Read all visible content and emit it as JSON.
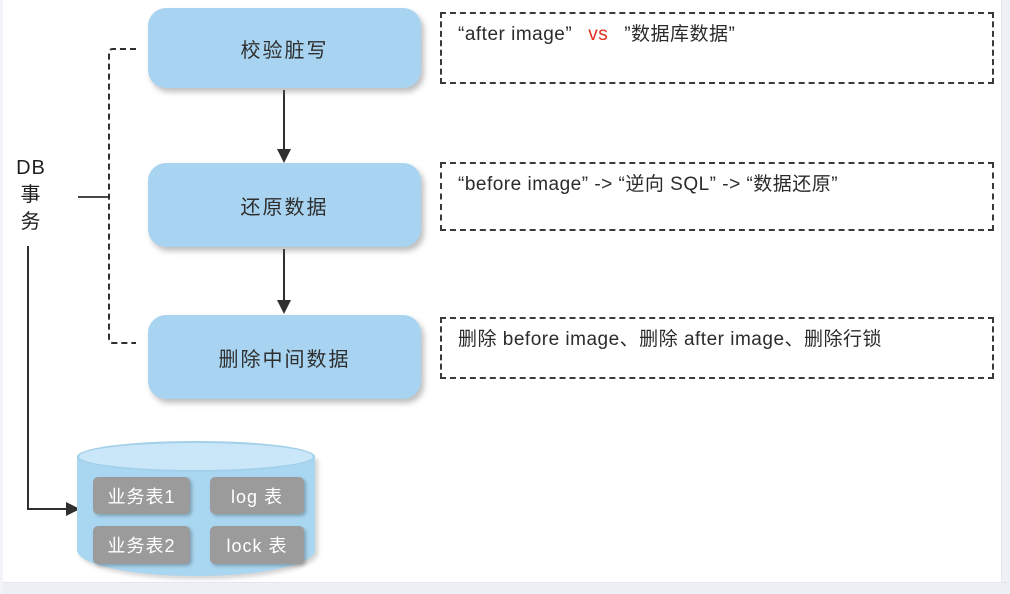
{
  "diagram": {
    "left_label": {
      "lines": [
        "DB",
        "事",
        "务"
      ]
    },
    "steps": [
      {
        "label": "校验脏写"
      },
      {
        "label": "还原数据"
      },
      {
        "label": "删除中间数据"
      }
    ],
    "annotations": [
      {
        "prefix": "“after image”",
        "highlight": "vs",
        "suffix": "”数据库数据”",
        "highlight_color": "#e0301e"
      },
      {
        "text": "“before image” -> “逆向 SQL” -> “数据还原”"
      },
      {
        "text": "删除 before image、删除 after image、删除行锁"
      }
    ],
    "database": {
      "tables": [
        "业务表1",
        "log 表",
        "业务表2",
        "lock 表"
      ]
    },
    "colors": {
      "step_fill": "#a8d4f1",
      "cylinder_fill": "#a9d6f0",
      "cylinder_top_fill": "#c9e7f8",
      "table_chip_fill": "#9b9b9b",
      "line_color": "#2f2f2f",
      "dashed_border_color": "#3a3a3a",
      "vs_color": "#e0301e"
    }
  }
}
